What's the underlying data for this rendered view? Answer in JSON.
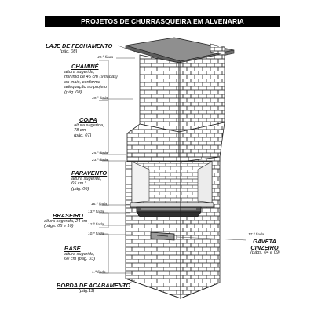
{
  "title": "PROJETOS DE CHURRASQUEIRA EM ALVENARIA",
  "labels": {
    "laje": {
      "title": "LAJE DE FECHAMENTO",
      "lines": [
        "(pág. 08)"
      ]
    },
    "chamine": {
      "title": "CHAMINÉ",
      "lines": [
        "altura sugerida,",
        "mínimo de 45 cm (9 fiadas)",
        "ou mais, conforme",
        "adequação ao projeto",
        "(pág. 08)"
      ]
    },
    "coifa": {
      "title": "COIFA",
      "lines": [
        "altura sugerida,",
        "78 cm",
        "(pág. 07)"
      ]
    },
    "paravento": {
      "title": "PARAVENTO",
      "lines": [
        "altura sugerida,",
        "65 cm *",
        "(pág. 06)"
      ]
    },
    "braseiro": {
      "title": "BRASEIRO",
      "lines": [
        "altura sugerida, 24 cm",
        "(págs. 05  e 10)"
      ]
    },
    "base": {
      "title": "BASE",
      "lines": [
        "altura sugerida,",
        "60 cm (pág. 03)"
      ]
    },
    "borda": {
      "title": "BORDA DE ACABAMENTO",
      "lines": [
        "(pág.11)"
      ]
    },
    "gaveta": {
      "fiada": "17.ª fiada",
      "title1": "GAVETA",
      "title2": "CINZEIRO",
      "line": "(págs. 04 e 09)"
    }
  },
  "fiadas": {
    "f49": "49.ª fiada",
    "f39": "39.ª fiada",
    "f25": "25.ª fiada",
    "f23": "23.ª fiada",
    "f16": "16.ª fiada",
    "f13": "13.ª fiada",
    "f12": "12.ª fiada",
    "f10": "10.ª fiada",
    "f1": "1.ª fiada"
  },
  "colors": {
    "banner": "#000000",
    "line": "#222222",
    "slab": "#8a8a8a",
    "brick": "#ffffff"
  }
}
